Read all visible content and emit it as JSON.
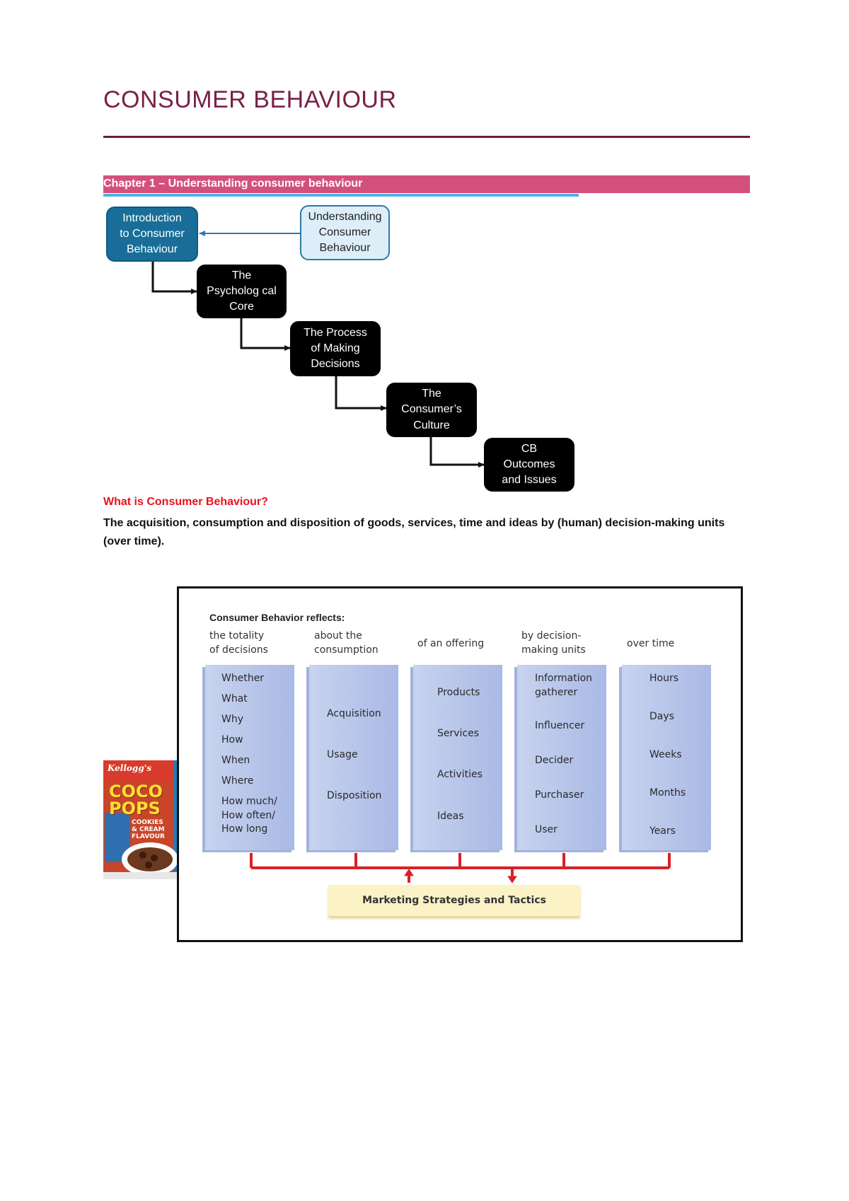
{
  "header": {
    "title": "CONSUMER BEHAVIOUR",
    "chapter": "Chapter 1 – Understanding consumer behaviour"
  },
  "flowchart": {
    "boxes": [
      {
        "label": "Introduction\nto Consumer\nBehaviour"
      },
      {
        "label": "Understanding\nConsumer\nBehaviour"
      },
      {
        "label": "The\nPsycholog cal\nCore"
      },
      {
        "label": "The Process\nof Making\nDecisions"
      },
      {
        "label": "The\nConsumer’s\nCulture"
      },
      {
        "label": "CB\nOutcomes\nand Issues"
      }
    ]
  },
  "definition": {
    "question": "What is Consumer Behaviour?",
    "answer": "The acquisition, consumption and disposition of goods, services, time and ideas by (human) decision-making units (over time)."
  },
  "figure": {
    "title": "Consumer Behavior reflects:",
    "columns": [
      {
        "heading": "the totality\nof decisions",
        "items": [
          "Whether",
          "What",
          "Why",
          "How",
          "When",
          "Where",
          "How much/\nHow often/\nHow long"
        ]
      },
      {
        "heading": "about the\nconsumption",
        "items": [
          "Acquisition",
          "Usage",
          "Disposition"
        ]
      },
      {
        "heading": "of an offering",
        "items": [
          "Products",
          "Services",
          "Activities",
          "Ideas"
        ]
      },
      {
        "heading": "by decision-\nmaking units",
        "items": [
          "Information\ngatherer",
          "Influencer",
          "Decider",
          "Purchaser",
          "User"
        ]
      },
      {
        "heading": "over time",
        "items": [
          "Hours",
          "Days",
          "Weeks",
          "Months",
          "Years"
        ]
      }
    ],
    "bottom_label": "Marketing Strategies and Tactics",
    "connector_color": "#d92026"
  },
  "product_image": {
    "brand": "Kellogg's",
    "name": "COCO\nPOPS",
    "flavour": "COOKIES\n& CREAM\nFLAVOUR"
  }
}
